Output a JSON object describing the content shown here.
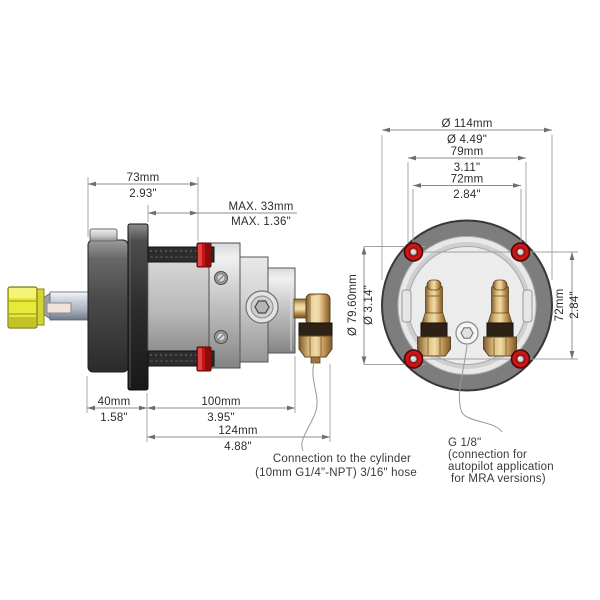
{
  "drawing_title": "hydraulic steering helm pump dimensional drawing",
  "side_view": {
    "dim_73": {
      "metric": "73mm",
      "imperial": "2.93\""
    },
    "dim_max": {
      "metric": "MAX. 33mm",
      "imperial": "MAX. 1.36\""
    },
    "dim_40": {
      "metric": "40mm",
      "imperial": "1.58\""
    },
    "dim_100": {
      "metric": "100mm",
      "imperial": "3.95\""
    },
    "dim_124": {
      "metric": "124mm",
      "imperial": "4.88\""
    },
    "cylinder_note_1": "Connection to the cylinder",
    "cylinder_note_2": "(10mm G1/4\"-NPT) 3/16\" hose"
  },
  "rear_view": {
    "dim_114": {
      "metric": "Ø 114mm",
      "imperial": "Ø 4.49\""
    },
    "dim_79": {
      "metric": "79mm",
      "imperial": "3.11\""
    },
    "dim_72_top": {
      "metric": "72mm",
      "imperial": "2.84\""
    },
    "dim_79_60": {
      "metric": "Ø 79.60mm",
      "imperial": "Ø 3.14\""
    },
    "dim_72_right": {
      "metric": "72mm",
      "imperial": "2.84\""
    },
    "autopilot_note_1": "G 1/8\"",
    "autopilot_note_2": "(connection for",
    "autopilot_note_3": "autopilot application",
    "autopilot_note_4": "for MRA versions)"
  },
  "colors": {
    "bolt_red": "#cc1616",
    "nut_red": "#c41414",
    "brass": "#cfa768",
    "shaft_key_yellow": "#e9e93c",
    "body_gray": "#bfbfbf",
    "flange_dark": "#3f3f3f",
    "dimension_line_gray": "#8c8c8c",
    "text_color": "#2c2c2c"
  }
}
